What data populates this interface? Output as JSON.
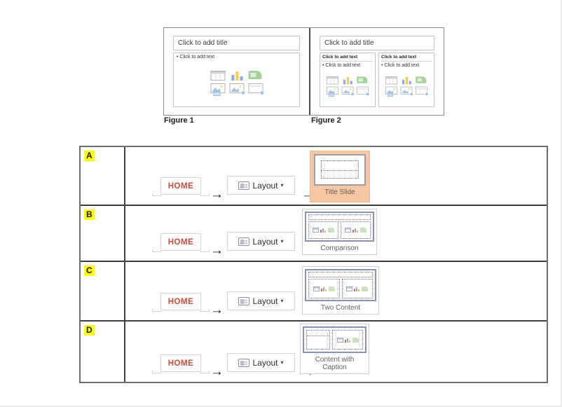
{
  "figures": {
    "figure1": {
      "label": "Figure 1",
      "title_placeholder": "Click to add title",
      "body_placeholder": "• Click to add text"
    },
    "figure2": {
      "label": "Figure 2",
      "title_placeholder": "Click to add title",
      "left_column": {
        "header": "Click to add text",
        "bullet": "• Click to add text"
      },
      "right_column": {
        "header": "Click to add text",
        "bullet": "• Click to add text"
      }
    }
  },
  "steps": {
    "home_label": "HOME",
    "layout_label": "Layout",
    "layout_caret": "▾",
    "arrow": "→"
  },
  "options": [
    {
      "letter": "A",
      "layout_name": "Title Slide",
      "highlighted": true
    },
    {
      "letter": "B",
      "layout_name": "Comparison",
      "highlighted": false
    },
    {
      "letter": "C",
      "layout_name": "Two Content",
      "highlighted": false
    },
    {
      "letter": "D",
      "layout_name": "Content with Caption",
      "highlighted": false
    }
  ],
  "content_icon_names": [
    "table-icon",
    "bar-chart-icon",
    "smartart-icon",
    "picture-icon",
    "stock-image-icon",
    "video-icon"
  ],
  "colors": {
    "home_red": "#CE4A36",
    "highlight_yellow": "#FFFF00",
    "title_slide_highlight": "#F6C7A4",
    "selected_thumb_border": "#8893B4",
    "label_gray": "#5F5F5F"
  }
}
